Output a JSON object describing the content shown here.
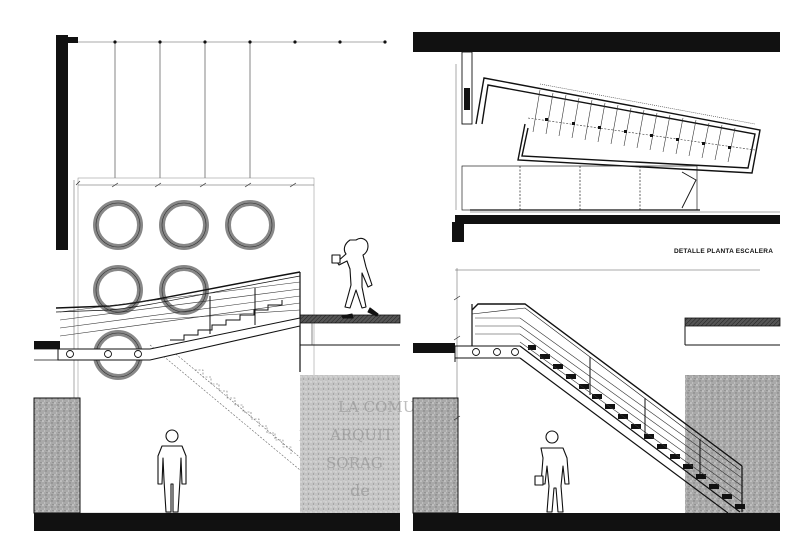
{
  "plan_view": {
    "caption": "DETALLE PLANTA ESCALERA"
  },
  "background_poster": {
    "fragments": [
      "LA COMU",
      "ARQUIT",
      "SORAG",
      "de"
    ]
  },
  "colors": {
    "ink": "#111111",
    "wall_fill": "#8f8f8f",
    "textured_wall": "#b8b8b8",
    "paper": "#ffffff"
  }
}
